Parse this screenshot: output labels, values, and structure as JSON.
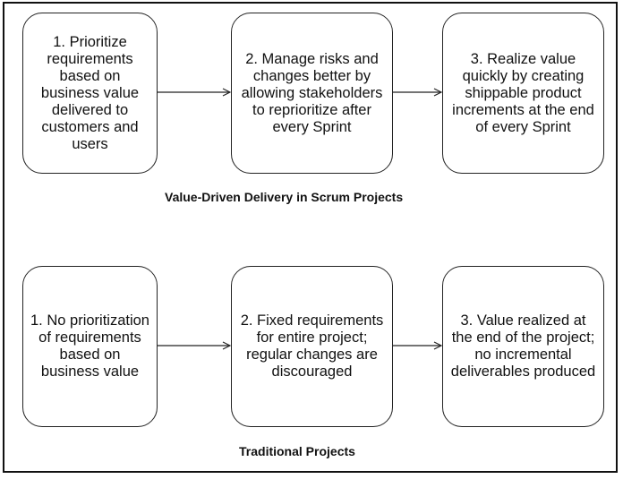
{
  "diagram": {
    "top_row": {
      "boxes": [
        {
          "text": "1. Prioritize requirements based on business value delivered to customers and users"
        },
        {
          "text": "2. Manage risks and changes better by allowing stakeholders to reprioritize after every Sprint"
        },
        {
          "text": "3. Realize value quickly by creating shippable product increments at the end of every Sprint"
        }
      ],
      "caption": "Value-Driven Delivery in Scrum Projects"
    },
    "bottom_row": {
      "boxes": [
        {
          "text": "1. No prioritization of requirements based on business value"
        },
        {
          "text": "2. Fixed requirements for entire project; regular changes are discouraged"
        },
        {
          "text": "3. Value realized at the end of the project; no incremental deliverables produced"
        }
      ],
      "caption": "Traditional Projects"
    },
    "colors": {
      "border": "#222222",
      "background": "#ffffff",
      "text": "#111111"
    }
  }
}
